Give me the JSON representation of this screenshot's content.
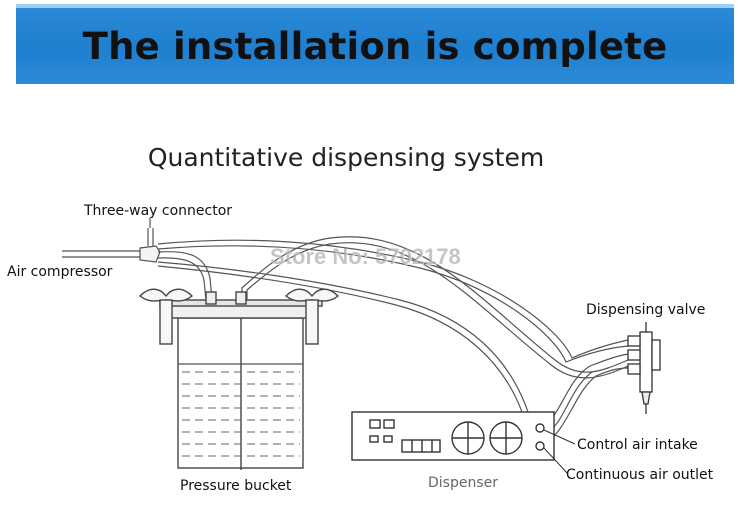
{
  "banner": {
    "title": "The installation is complete",
    "color": "#1f7fd0"
  },
  "diagram": {
    "subtitle": "Quantitative dispensing system",
    "watermark": "Store No: 5702178",
    "labels": {
      "three_way_connector": "Three-way connector",
      "air_compressor": "Air compressor",
      "dispensing_valve": "Dispensing valve",
      "control_air_intake": "Control air intake",
      "continuous_air_outlet": "Continuous air outlet",
      "pressure_bucket": "Pressure bucket",
      "dispenser": "Dispenser"
    }
  }
}
